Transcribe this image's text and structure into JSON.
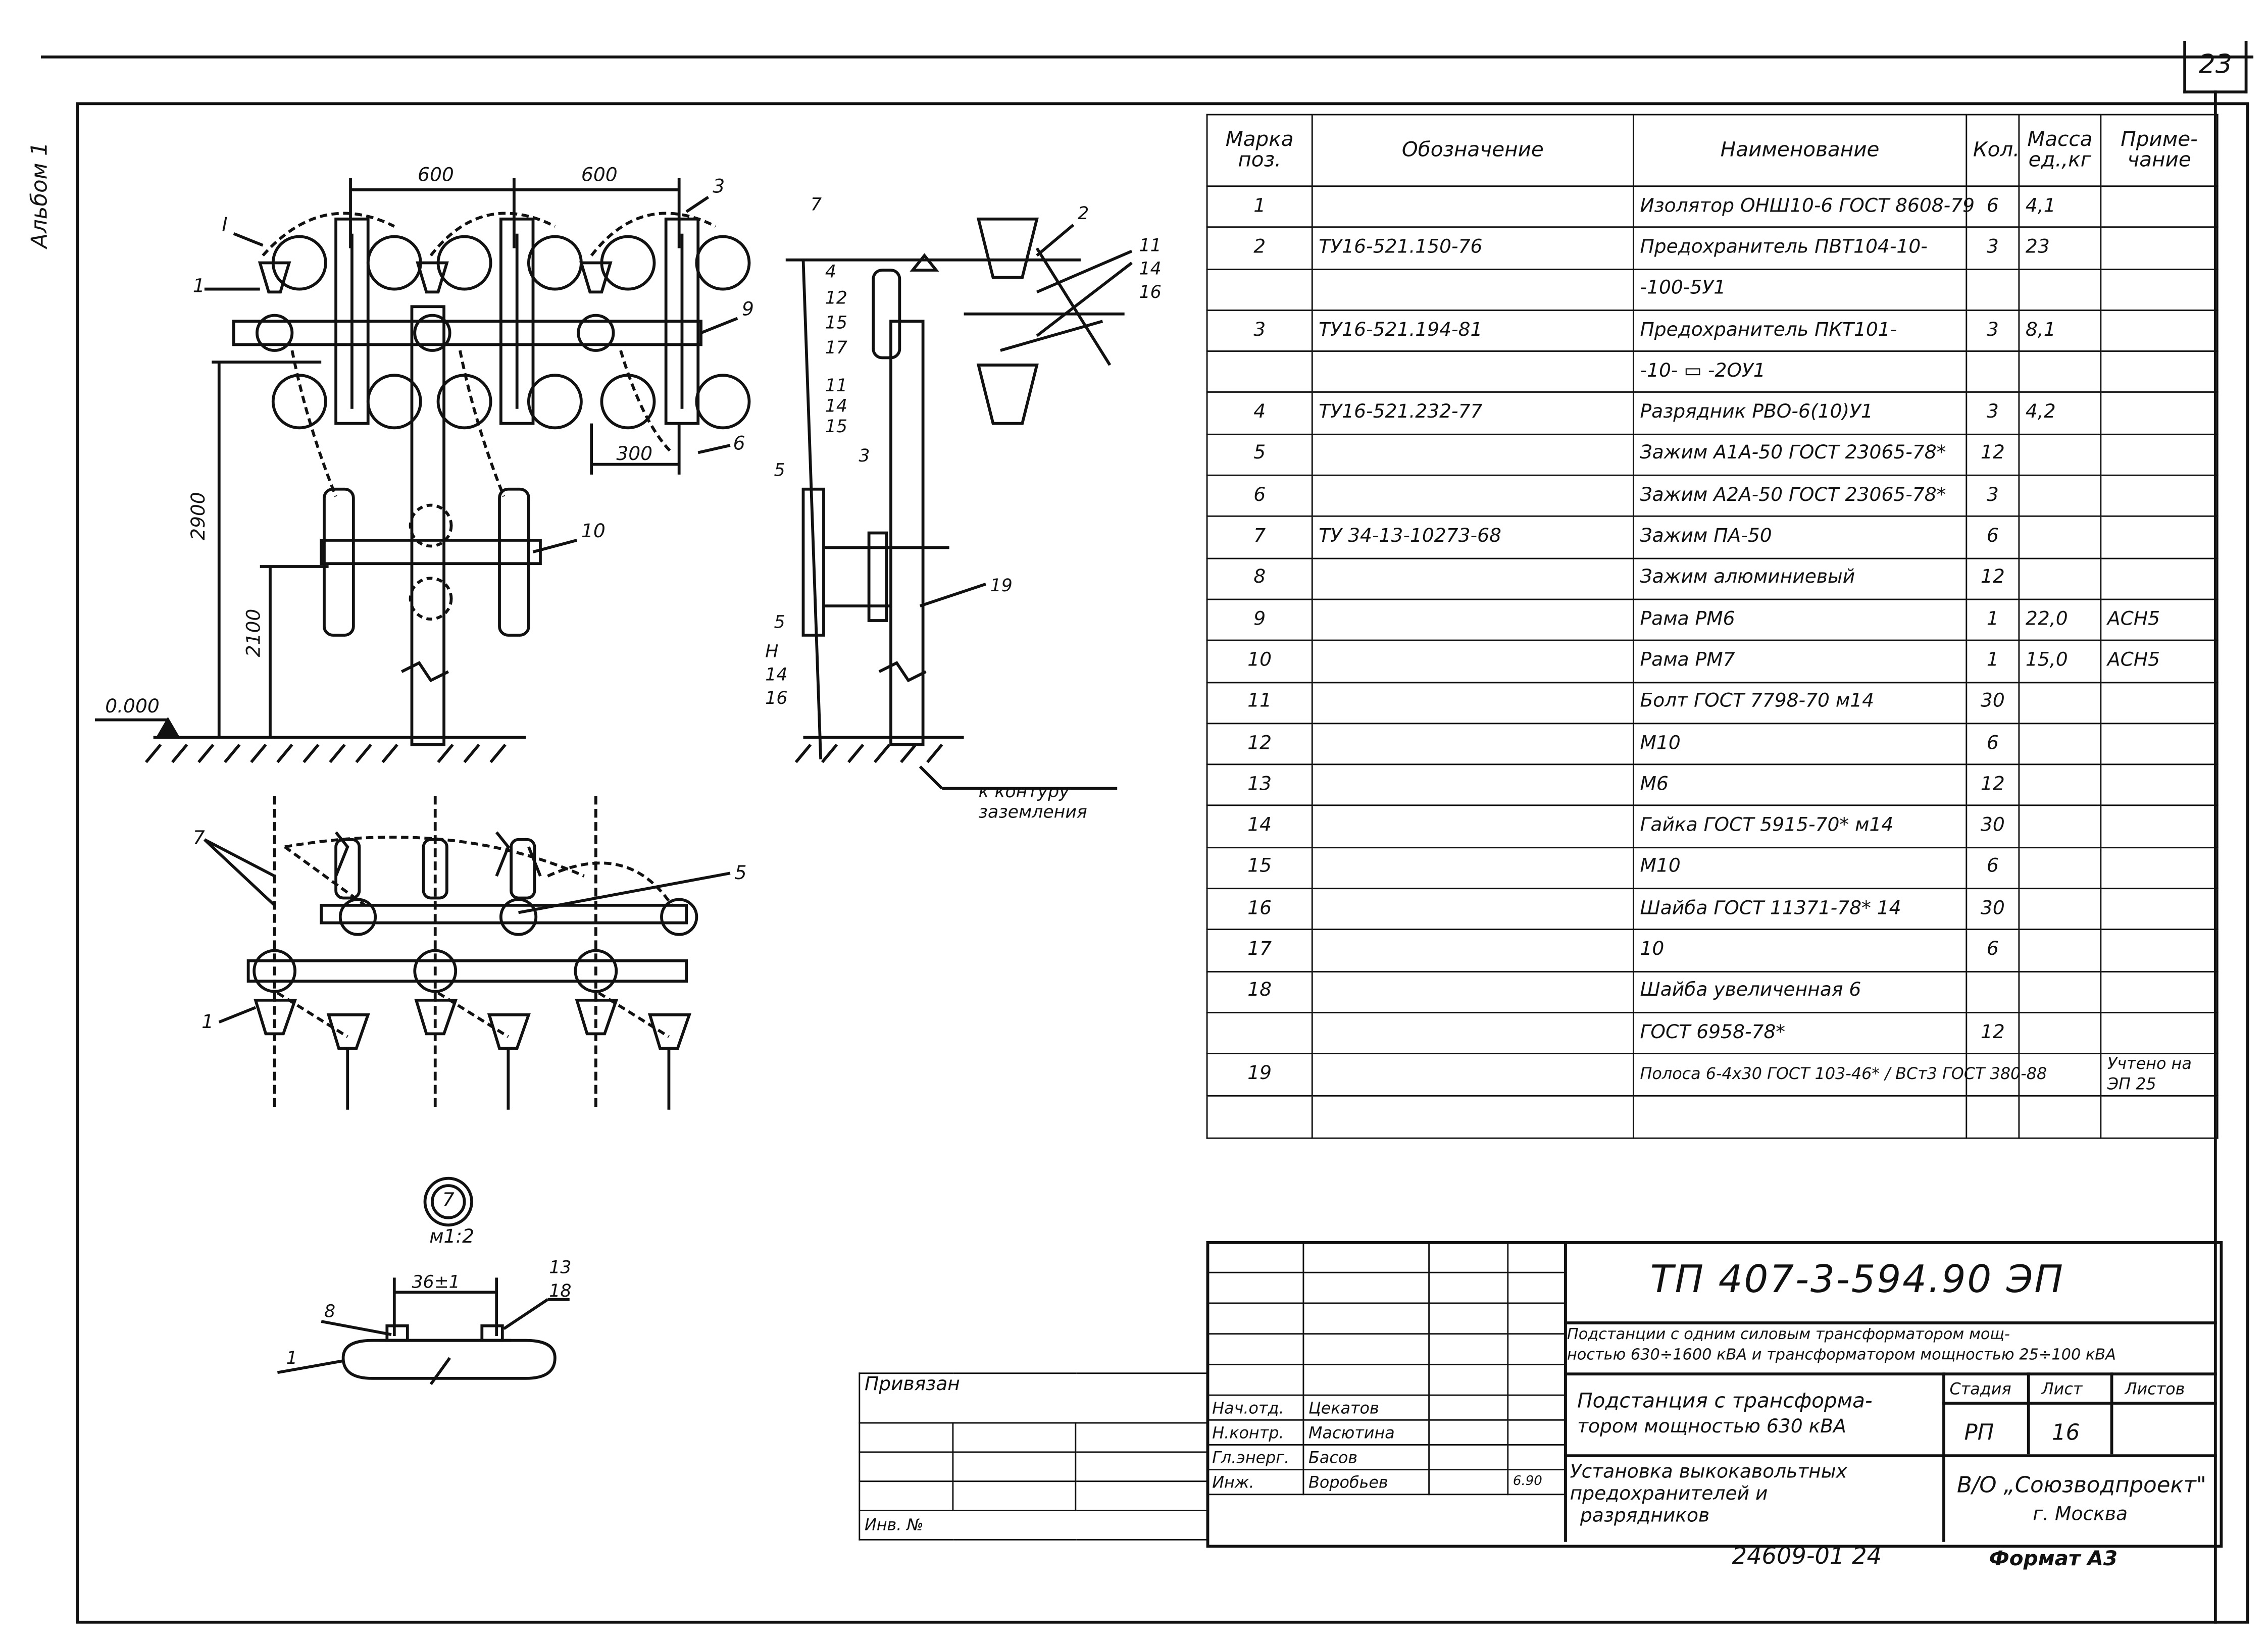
{
  "page_number": "23",
  "album_label": "Альбом 1",
  "drawing": {
    "dims": {
      "d1": "600",
      "d2": "600",
      "d3": "300",
      "h1": "2900",
      "h2": "2100",
      "level": "0.000",
      "detail_dim": "36±1"
    },
    "callouts": {
      "front": [
        "I",
        "1",
        "3",
        "9",
        "6",
        "10"
      ],
      "side": [
        "7",
        "2",
        "4",
        "12",
        "15",
        "17",
        "11",
        "14",
        "16",
        "11",
        "14",
        "15",
        "5",
        "3",
        "5",
        "H",
        "14",
        "16",
        "19"
      ],
      "plan": [
        "7",
        "5",
        "1"
      ],
      "detail": [
        "8",
        "1",
        "13",
        "18"
      ]
    },
    "ground_note_1": "к контуру",
    "ground_note_2": "заземления",
    "detail_mark": "7",
    "detail_caption": "м1:2"
  },
  "spec": {
    "headers": [
      "Марка поз.",
      "Обозначение",
      "Наименование",
      "Кол.",
      "Масса ед.,кг",
      "Приме-чание"
    ],
    "rows": [
      [
        "1",
        "",
        "Изолятор ОНШ10-6 ГОСТ 8608-79",
        "6",
        "4,1",
        ""
      ],
      [
        "2",
        "ТУ16-521.150-76",
        "Предохранитель ПВТ104-10-",
        "3",
        "23",
        ""
      ],
      [
        "",
        "",
        "-100-5У1",
        "",
        "",
        ""
      ],
      [
        "3",
        "ТУ16-521.194-81",
        "Предохранитель ПКТ101-",
        "3",
        "8,1",
        ""
      ],
      [
        "",
        "",
        "-10- ▭ -2ОУ1",
        "",
        "",
        ""
      ],
      [
        "4",
        "ТУ16-521.232-77",
        "Разрядник РВО-6(10)У1",
        "3",
        "4,2",
        ""
      ],
      [
        "5",
        "",
        "Зажим А1А-50 ГОСТ 23065-78*",
        "12",
        "",
        ""
      ],
      [
        "6",
        "",
        "Зажим А2А-50 ГОСТ 23065-78*",
        "3",
        "",
        ""
      ],
      [
        "7",
        "ТУ 34-13-10273-68",
        "Зажим ПА-50",
        "6",
        "",
        ""
      ],
      [
        "8",
        "",
        "Зажим алюминиевый",
        "12",
        "",
        ""
      ],
      [
        "9",
        "",
        "Рама РМ6",
        "1",
        "22,0",
        "АСН5"
      ],
      [
        "10",
        "",
        "Рама РМ7",
        "1",
        "15,0",
        "АСН5"
      ],
      [
        "11",
        "",
        "Болт ГОСТ 7798-70  м14",
        "30",
        "",
        ""
      ],
      [
        "12",
        "",
        "М10",
        "6",
        "",
        ""
      ],
      [
        "13",
        "",
        "М6",
        "12",
        "",
        ""
      ],
      [
        "14",
        "",
        "Гайка ГОСТ 5915-70* м14",
        "30",
        "",
        ""
      ],
      [
        "15",
        "",
        "М10",
        "6",
        "",
        ""
      ],
      [
        "16",
        "",
        "Шайба ГОСТ 11371-78* 14",
        "30",
        "",
        ""
      ],
      [
        "17",
        "",
        "10",
        "6",
        "",
        ""
      ],
      [
        "18",
        "",
        "Шайба увеличенная 6",
        "",
        "",
        ""
      ],
      [
        "",
        "",
        "ГОСТ 6958-78*",
        "12",
        "",
        ""
      ],
      [
        "19",
        "",
        "Полоса 6-4х30 ГОСТ 103-46* / ВСт3 ГОСТ 380-88",
        "",
        "",
        "Учтено на ЭП 25"
      ],
      [
        "",
        "",
        "",
        "",
        "",
        ""
      ]
    ]
  },
  "title_block": {
    "code": "ТП  407-3-594.90  ЭП",
    "project_line1": "Подстанции с одним силовым трансформатором мощ-",
    "project_line2": "ностью 630÷1600 кВА и трансформатором мощностью 25÷100 кВА",
    "sheet_title_1": "Подстанция с трансформа-",
    "sheet_title_2": "тором мощностью 630 кВА",
    "drawing_title_1": "Установка выкокавольтных",
    "drawing_title_2": "предохранителей и",
    "drawing_title_3": "разрядников",
    "stage_label": "Стадия",
    "sheet_label": "Лист",
    "sheets_label": "Листов",
    "stage_value": "РП",
    "sheet_value": "16",
    "org_1": "В/О „Союзводпроект\"",
    "org_2": "г. Москва",
    "roles": [
      "Нач.отд.",
      "Н.контр.",
      "Гл.энерг.",
      "Инж."
    ],
    "names": [
      "Цекатов",
      "Масютина",
      "Басов",
      "Воробьев"
    ],
    "date_mark": "6.90"
  },
  "bind_block": {
    "label": "Привязан",
    "inv_label": "Инв. №"
  },
  "footer": {
    "archive": "24609-01  24",
    "format": "Формат А3"
  }
}
